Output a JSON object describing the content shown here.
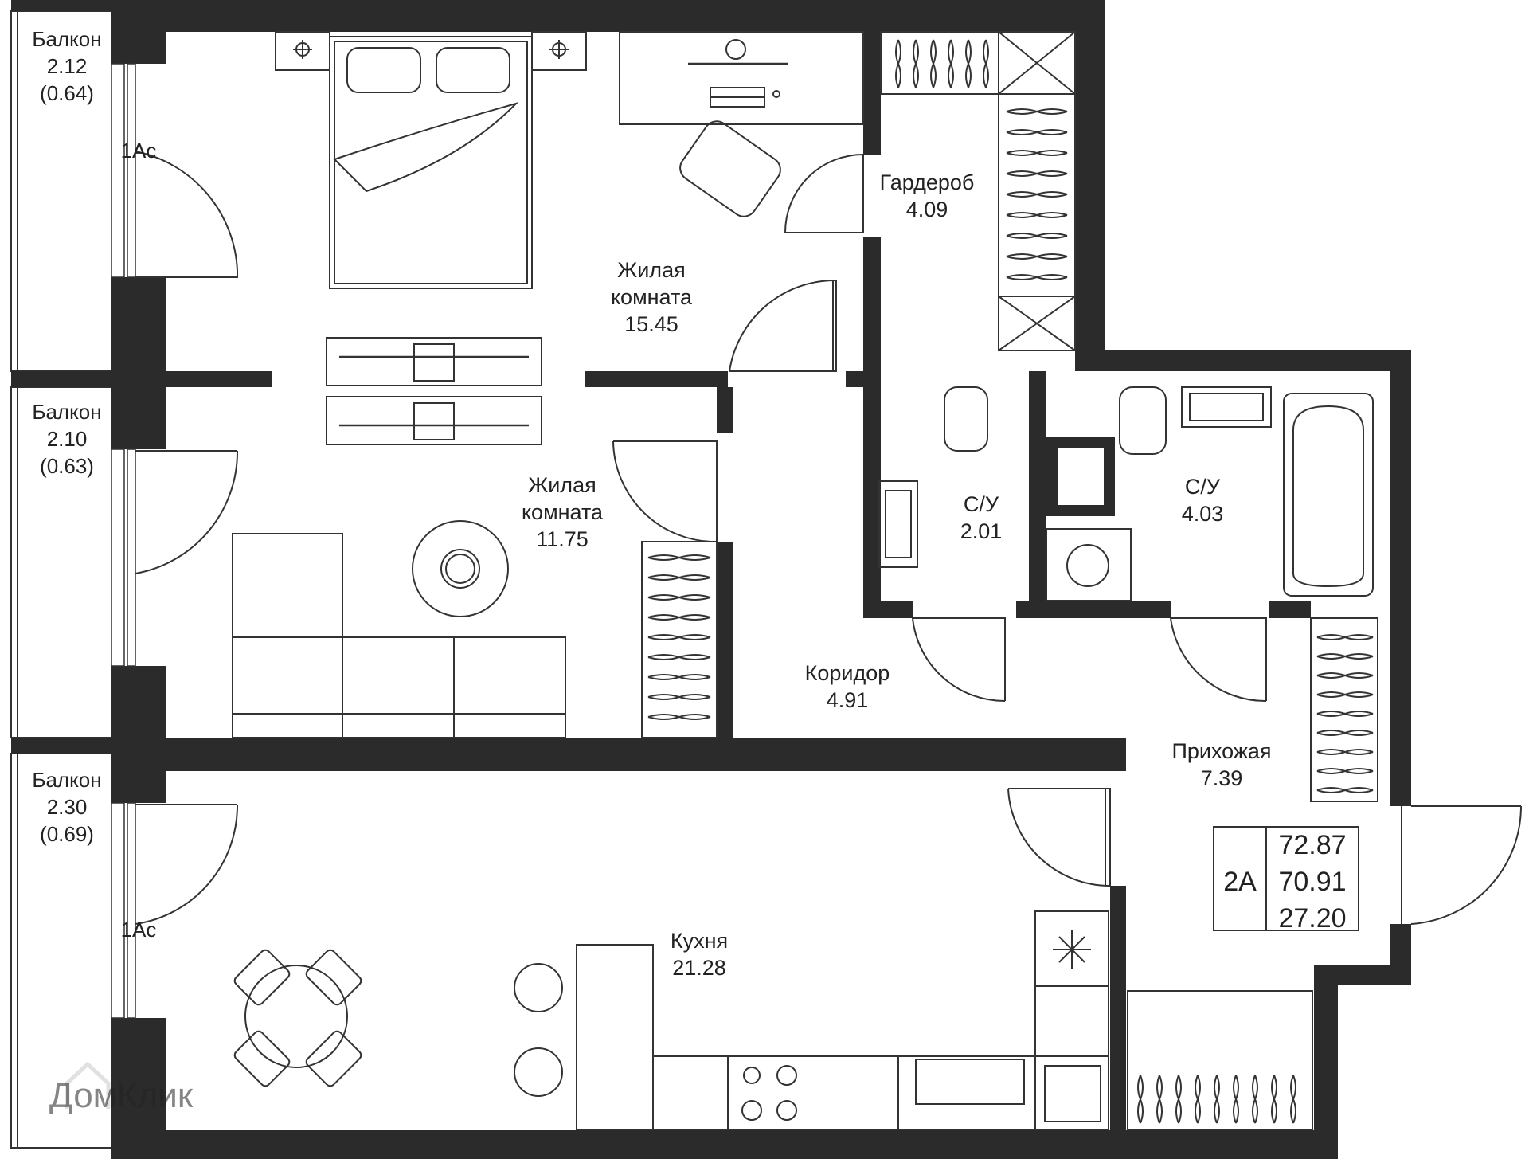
{
  "rooms": {
    "balcony_top": {
      "name": "Балкон",
      "area": "2.12",
      "sub": "(0.64)"
    },
    "balcony_mid": {
      "name": "Балкон",
      "area": "2.10",
      "sub": "(0.63)"
    },
    "balcony_bot": {
      "name": "Балкон",
      "area": "2.30",
      "sub": "(0.69)"
    },
    "living1": {
      "name1": "Жилая",
      "name2": "комната",
      "area": "15.45"
    },
    "living2": {
      "name1": "Жилая",
      "name2": "комната",
      "area": "11.75"
    },
    "wardrobe": {
      "name": "Гардероб",
      "area": "4.09"
    },
    "bath1": {
      "name": "С/У",
      "area": "2.01"
    },
    "bath2": {
      "name": "С/У",
      "area": "4.03"
    },
    "corridor": {
      "name": "Коридор",
      "area": "4.91"
    },
    "hall": {
      "name": "Прихожая",
      "area": "7.39"
    },
    "kitchen": {
      "name": "Кухня",
      "area": "21.28"
    }
  },
  "window_marks": [
    "1Ac",
    "1Ac"
  ],
  "summary": {
    "type": "2A",
    "total": "72.87",
    "living_total": "70.91",
    "living": "27.20"
  },
  "watermark": "ДомКлик",
  "colors": {
    "wall": "#2b2b2b",
    "line": "#333333",
    "background": "#ffffff"
  }
}
